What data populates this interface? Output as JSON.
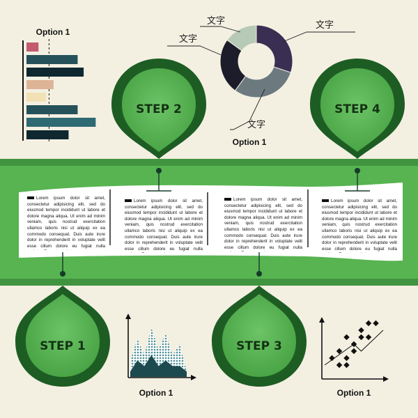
{
  "steps": [
    {
      "label": "STEP 1"
    },
    {
      "label": "STEP 2"
    },
    {
      "label": "STEP 3"
    },
    {
      "label": "STEP 4"
    }
  ],
  "captions": {
    "bar_chart": "Option 1",
    "donut_chart": "Option 1",
    "area_chart": "Option 1",
    "scatter_chart": "Option 1"
  },
  "donut_labels": [
    "文字",
    "文字",
    "文字",
    "文字"
  ],
  "body_text": "Lorem ipsum dolor sit amet, consectetur adipisicing elit, sed do eiusmod tempor incididunt ut labore et dolore magna aliqua. Ut enim ad minim veniam, quis nostrud exercitation ullamco laboris nisi ut aliquip ex ea commodo consequat. Duis aute irure dolor in reprehenderit in voluptate velit esse cillum dolore eu fugiat nulla pariatur. Excepteur sint",
  "colors": {
    "background": "#f3f0e2",
    "green": "#5bb656",
    "dark_green": "#1d5d23",
    "panel": "#ffffff"
  },
  "chart_data": [
    {
      "type": "bar",
      "orientation": "horizontal",
      "title": "Option 1",
      "values": [
        8,
        34,
        38,
        18,
        13,
        34,
        46,
        28
      ],
      "colors": [
        "#c55a6e",
        "#24515a",
        "#0f2830",
        "#deb496",
        "#f1e1b5",
        "#24515a",
        "#2d6a73",
        "#0f2830"
      ],
      "xlim": [
        0,
        50
      ],
      "reference_line": 15
    },
    {
      "type": "pie",
      "style": "donut",
      "title": "Option 1",
      "values": [
        30,
        30,
        25,
        15
      ],
      "colors": [
        "#3a2e52",
        "#6c7a80",
        "#1d1c2a",
        "#b7c9b7"
      ],
      "labels": [
        "文字",
        "文字",
        "文字",
        "文字"
      ]
    },
    {
      "type": "area",
      "title": "Option 1",
      "series": [
        {
          "values": [
            3,
            7,
            4,
            9,
            5,
            8,
            4,
            6,
            1
          ]
        },
        {
          "values": [
            1,
            3,
            2,
            4,
            2,
            3,
            2,
            2,
            1
          ]
        }
      ]
    },
    {
      "type": "scatter",
      "title": "Option 1",
      "points": [
        [
          1,
          2
        ],
        [
          2,
          3
        ],
        [
          2,
          1
        ],
        [
          3,
          2
        ],
        [
          3,
          5
        ],
        [
          4,
          4
        ],
        [
          4,
          3
        ],
        [
          5,
          6
        ],
        [
          5,
          5
        ],
        [
          6,
          7
        ],
        [
          6,
          5
        ],
        [
          7,
          7
        ],
        [
          3,
          1
        ]
      ],
      "trend_line": [
        [
          0,
          1
        ],
        [
          4,
          4
        ],
        [
          5,
          3
        ],
        [
          8,
          6
        ]
      ]
    }
  ]
}
